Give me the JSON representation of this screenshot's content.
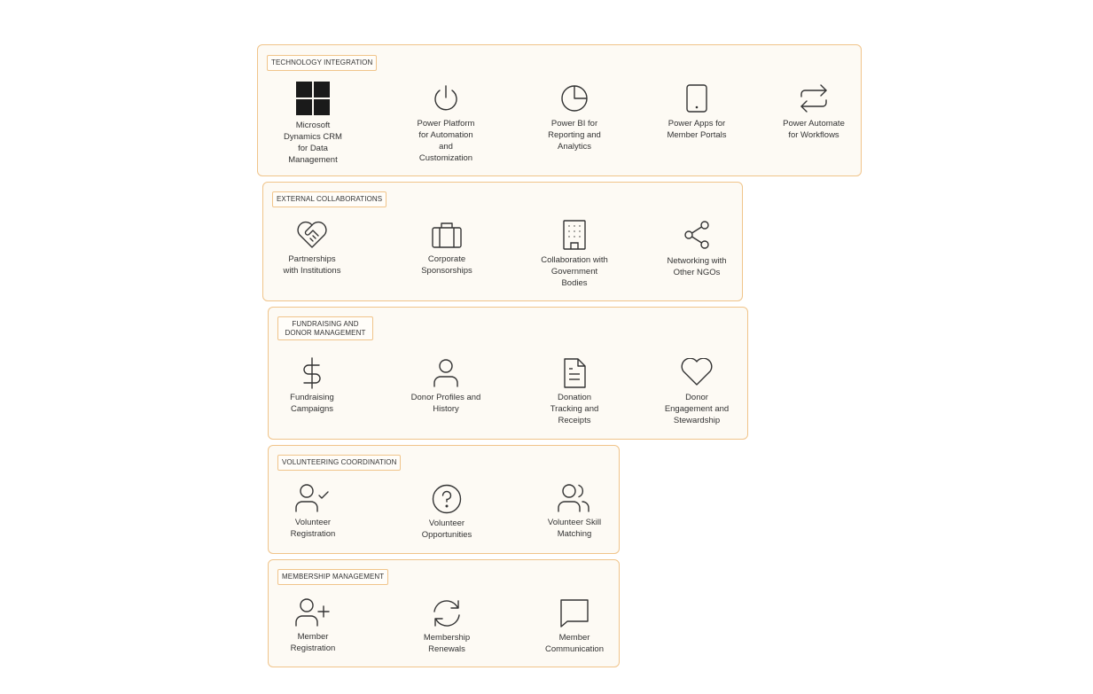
{
  "sections": [
    {
      "id": "tech",
      "title": "TECHNOLOGY INTEGRATION",
      "nodes": [
        {
          "label": "Microsoft Dynamics CRM for Data Management",
          "icon": "windows-logo-icon"
        },
        {
          "label": "Power Platform for Automation and Customization",
          "icon": "power-icon"
        },
        {
          "label": "Power BI for Reporting and Analytics",
          "icon": "pie-chart-icon"
        },
        {
          "label": "Power Apps for Member Portals",
          "icon": "tablet-icon"
        },
        {
          "label": "Power Automate for Workflows",
          "icon": "repeat-icon"
        }
      ]
    },
    {
      "id": "external",
      "title": "EXTERNAL COLLABORATIONS",
      "nodes": [
        {
          "label": "Partnerships with Institutions",
          "icon": "handshake-heart-icon"
        },
        {
          "label": "Corporate Sponsorships",
          "icon": "briefcase-icon"
        },
        {
          "label": "Collaboration with Government Bodies",
          "icon": "building-icon"
        },
        {
          "label": "Networking with Other NGOs",
          "icon": "share-icon"
        }
      ]
    },
    {
      "id": "fundraising",
      "title": "FUNDRAISING AND DONOR MANAGEMENT",
      "nodes": [
        {
          "label": "Fundraising Campaigns",
          "icon": "dollar-icon"
        },
        {
          "label": "Donor Profiles and History",
          "icon": "user-icon"
        },
        {
          "label": "Donation Tracking and Receipts",
          "icon": "document-icon"
        },
        {
          "label": "Donor Engagement and Stewardship",
          "icon": "heart-icon"
        }
      ]
    },
    {
      "id": "volunteering",
      "title": "VOLUNTEERING COORDINATION",
      "nodes": [
        {
          "label": "Volunteer Registration",
          "icon": "user-check-icon"
        },
        {
          "label": "Volunteer Opportunities",
          "icon": "question-icon"
        },
        {
          "label": "Volunteer Skill Matching",
          "icon": "users-icon"
        }
      ]
    },
    {
      "id": "membership",
      "title": "MEMBERSHIP MANAGEMENT",
      "nodes": [
        {
          "label": "Member Registration",
          "icon": "user-plus-icon"
        },
        {
          "label": "Membership Renewals",
          "icon": "refresh-icon"
        },
        {
          "label": "Member Communication",
          "icon": "message-icon"
        }
      ]
    }
  ]
}
